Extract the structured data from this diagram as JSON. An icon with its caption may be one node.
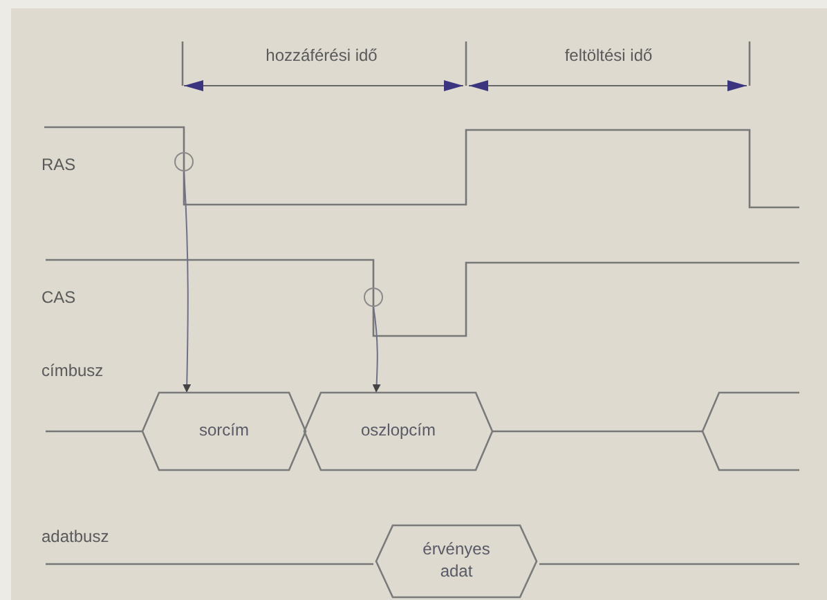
{
  "diagram": {
    "nodes": [
      {
        "text": [],
        "shape": "circle"
      },
      {
        "text": [],
        "shape": "circle"
      },
      {
        "text": [
          "sorcím"
        ]
      },
      {
        "text": [
          "oszlopcím"
        ]
      },
      {
        "text": [],
        "shape": "hexagon"
      },
      {
        "text": [
          "érvényes adat"
        ]
      }
    ],
    "edges": [
      {
        "from": 0,
        "to": 2,
        "arrow": "to"
      },
      {
        "from": 1,
        "to": 3,
        "arrow": "to"
      },
      {
        "from": 3,
        "to": 4,
        "arrow": "none"
      }
    ],
    "labels": [
      "hozzáférési idő",
      "feltöltési idő",
      "RAS",
      "CAS",
      "címbusz",
      "adatbusz"
    ]
  }
}
